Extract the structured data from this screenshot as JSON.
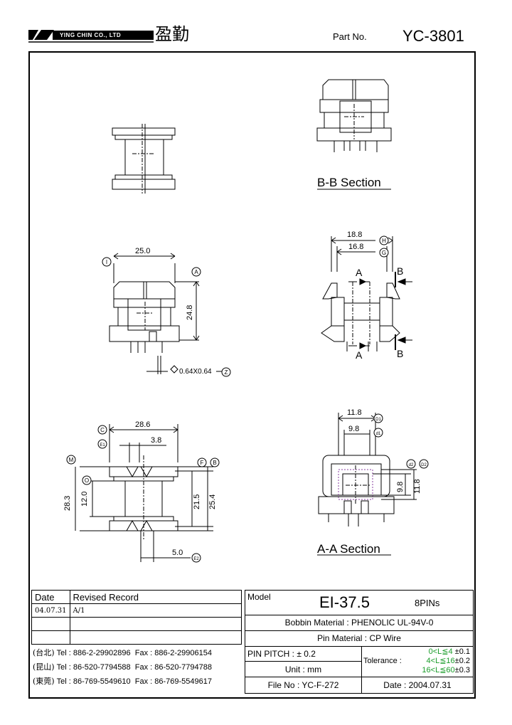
{
  "header": {
    "company": "YING CHIN CO., LTD",
    "company_cn": "盈勤",
    "part_no_label": "Part No.",
    "part_no": "YC-3801"
  },
  "sections": {
    "bb": "B-B Section",
    "aa": "A-A Section"
  },
  "dims": {
    "side_width": "25.0",
    "side_height": "24.8",
    "pin_size": "0.64X0.64",
    "h_top": "18.8",
    "g_top": "16.8",
    "a_label": "A",
    "b_label": "B",
    "bot_width": "28.6",
    "bot_pitch": "3.8",
    "bot_left_outer": "28.3",
    "bot_left_inner": "12.0",
    "bot_right_inner": "21.5",
    "bot_right_outer": "25.4",
    "bot_pin_row": "5.0",
    "aa_d1": "11.8",
    "aa_d_small": "9.8",
    "aa_h_small": "9.8",
    "aa_h_big": "11.8"
  },
  "callouts": {
    "I": "I",
    "A": "A",
    "Z": "Z",
    "H": "H",
    "G": "G",
    "C": "C",
    "E1": "E1",
    "M": "M",
    "O": "O",
    "F": "F",
    "B": "B",
    "E2": "E2",
    "D1": "D1",
    "d1": "d1",
    "d2": "d2",
    "D2": "D2"
  },
  "revision": {
    "col_date": "Date",
    "col_record": "Revised Record",
    "rows": [
      {
        "date": "04.07.31",
        "record": "A/1"
      },
      {
        "date": "",
        "record": ""
      },
      {
        "date": "",
        "record": ""
      }
    ]
  },
  "contacts": [
    {
      "city": "(台北)",
      "tel": "Tel : 886-2-29902896",
      "fax": "Fax : 886-2-29906154"
    },
    {
      "city": "(昆山)",
      "tel": "Tel : 86-520-7794588",
      "fax": "Fax : 86-520-7794788"
    },
    {
      "city": "(東莞)",
      "tel": "Tel : 86-769-5549610",
      "fax": "Fax : 86-769-5549617"
    }
  ],
  "spec": {
    "model_label": "Model",
    "model": "EI-37.5",
    "pins": "8PINs",
    "bobbin": "Bobbin  Material : PHENOLIC UL-94V-0",
    "pin_material": "Pin  Material : CP Wire",
    "pin_pitch": "PIN  PITCH : ± 0.2",
    "unit": "Unit : mm",
    "file_no": "File  No : YC-F-272",
    "tolerance_label": "Tolerance :",
    "tol1_range": "0<L≦4",
    "tol1_val": "±0.1",
    "tol2_range": "4<L≦16",
    "tol2_val": "±0.2",
    "tol3_range": "16<L≦60",
    "tol3_val": "±0.3",
    "date": "Date : 2004.07.31"
  }
}
